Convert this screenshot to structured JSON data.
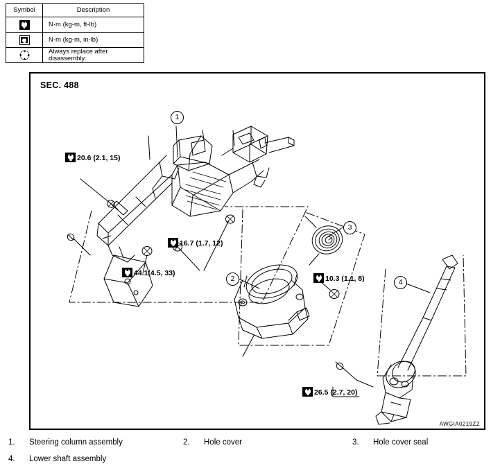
{
  "symbol_table": {
    "headers": [
      "Symbol",
      "Description"
    ],
    "rows": [
      {
        "icon": "torque-nm-ftlb-icon",
        "description": "N·m (kg-m, ft-lb)"
      },
      {
        "icon": "torque-nm-inlb-icon",
        "description": "N·m (kg-m, in-lb)"
      },
      {
        "icon": "always-replace-icon",
        "description": "Always replace after disassembly."
      }
    ]
  },
  "diagram": {
    "section_label": "SEC. 488",
    "drawing_code": "AWGIA0219ZZ",
    "torque_notes": [
      {
        "id": "torque-20-6",
        "value": "20.6 (2.1, 15)"
      },
      {
        "id": "torque-16-7",
        "value": "16.7 (1.7, 12)"
      },
      {
        "id": "torque-44-1",
        "value": "44.1(4.5, 33)"
      },
      {
        "id": "torque-10-3",
        "value": "10.3 (1.1, 8)"
      },
      {
        "id": "torque-26-5",
        "value": "26.5 (2.7, 20)"
      }
    ],
    "callouts": [
      {
        "id": "callout-1",
        "number": "1"
      },
      {
        "id": "callout-2",
        "number": "2"
      },
      {
        "id": "callout-3",
        "number": "3"
      },
      {
        "id": "callout-4",
        "number": "4"
      }
    ]
  },
  "parts_legend": [
    {
      "number": "1.",
      "name": "Steering column assembly"
    },
    {
      "number": "2.",
      "name": "Hole cover"
    },
    {
      "number": "3.",
      "name": "Hole cover seal"
    },
    {
      "number": "4.",
      "name": "Lower shaft assembly"
    }
  ],
  "colors": {
    "ink": "#000000",
    "paper": "#ffffff"
  }
}
